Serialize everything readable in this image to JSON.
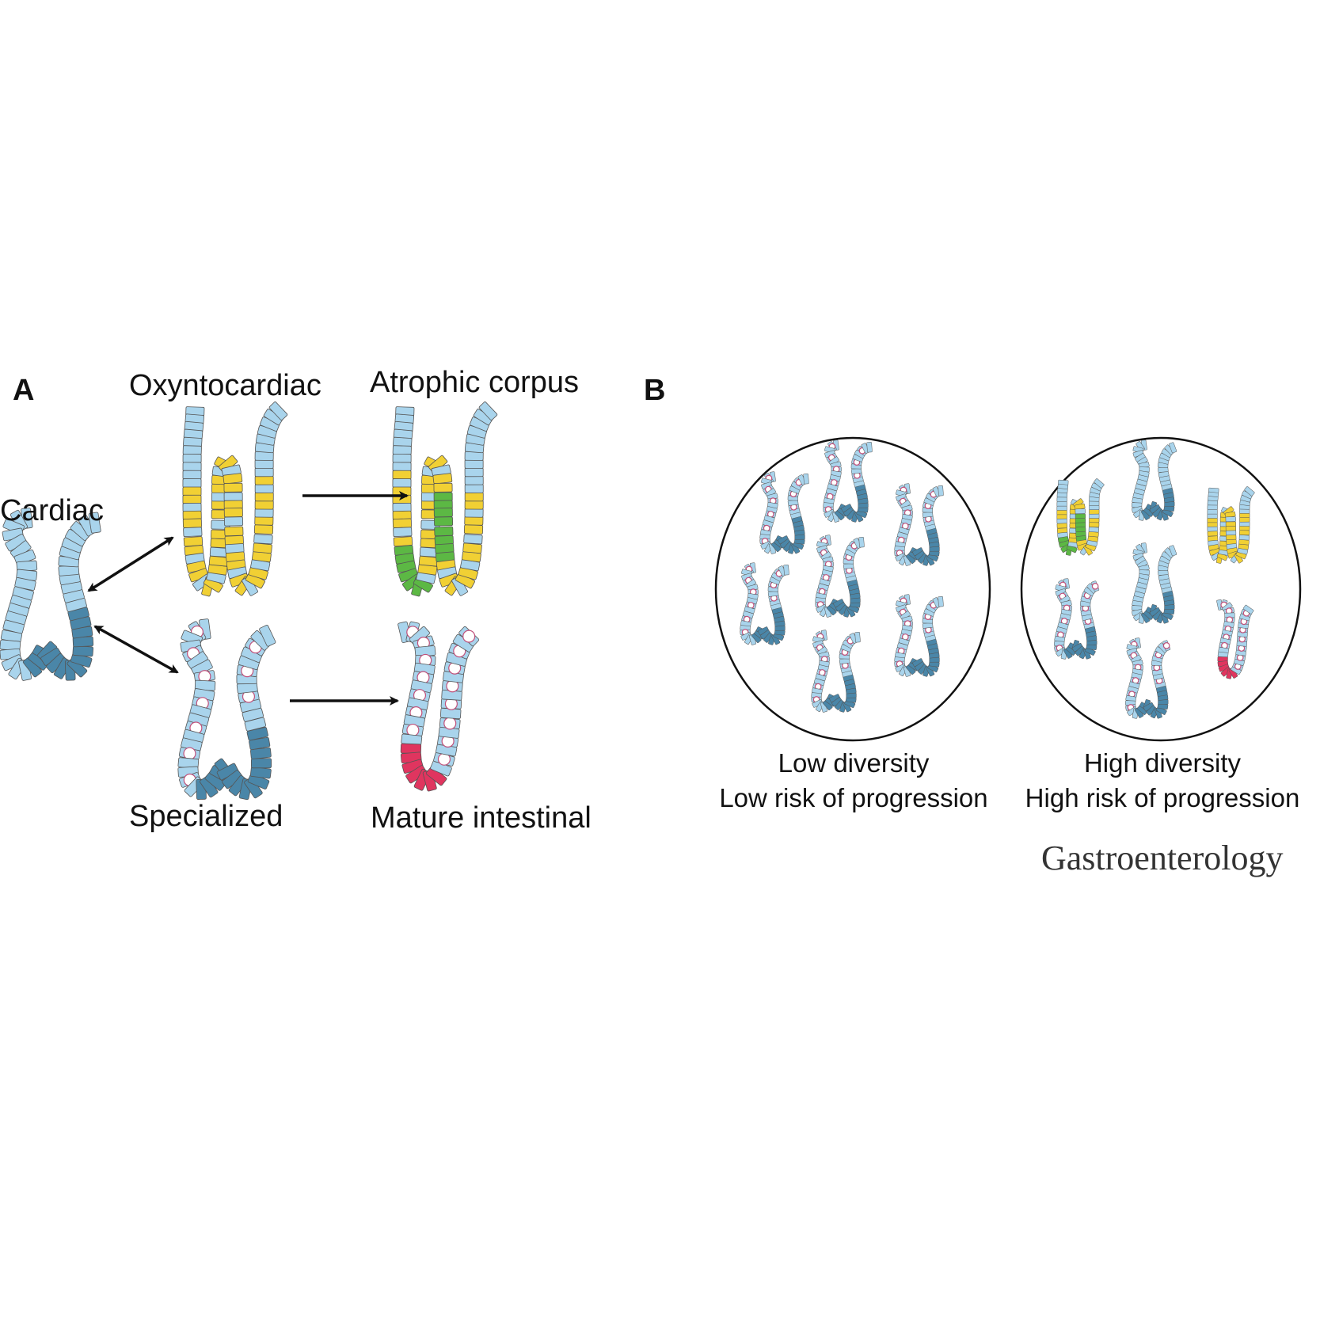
{
  "panel_a": {
    "letter": "A",
    "labels": {
      "cardiac": "Cardiac",
      "oxyntocardiac": "Oxyntocardiac",
      "atrophic_corpus": "Atrophic corpus",
      "specialized": "Specialized",
      "mature_intestinal": "Mature intestinal"
    }
  },
  "panel_b": {
    "letter": "B",
    "left_circle": {
      "line1": "Low diversity",
      "line2": "Low risk of progression"
    },
    "right_circle": {
      "line1": "High diversity",
      "line2": "High risk of progression"
    }
  },
  "journal": "Gastroenterology",
  "colors": {
    "light_blue_cell": "#a9d4ec",
    "dark_blue_cell": "#4a86a8",
    "yellow_cell": "#f1d034",
    "green_cell": "#5cb844",
    "red_cell": "#e0355f",
    "goblet_outline": "#c0507a",
    "cell_outline": "#555555"
  },
  "icons": [
    "double-arrow-icon",
    "arrow-right-icon",
    "gland-icon"
  ]
}
